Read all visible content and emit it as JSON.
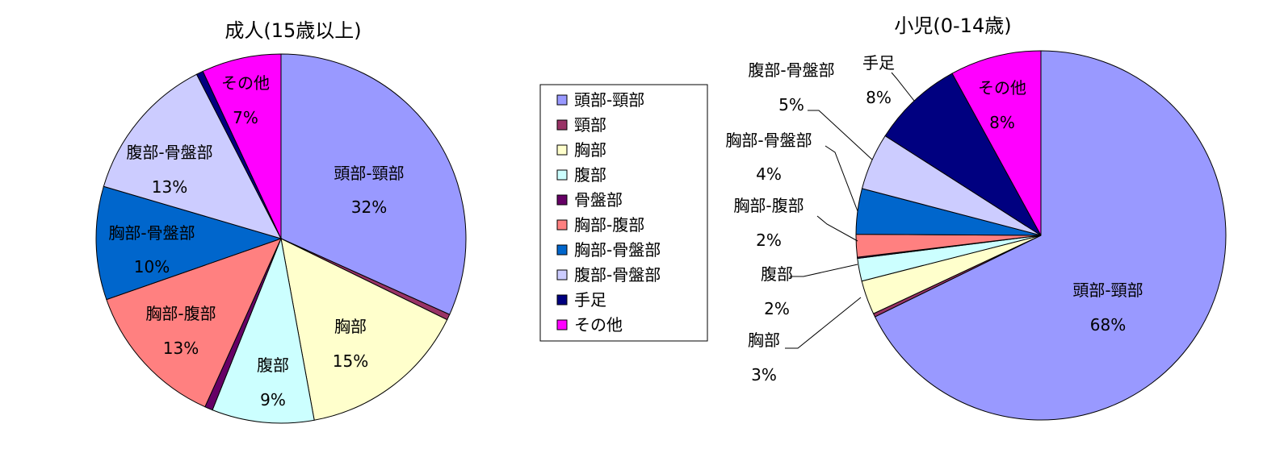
{
  "legend": {
    "entries": [
      {
        "label": "頭部-頸部",
        "color": "#9999ff"
      },
      {
        "label": "頸部",
        "color": "#993366"
      },
      {
        "label": "胸部",
        "color": "#ffffcc"
      },
      {
        "label": "腹部",
        "color": "#ccffff"
      },
      {
        "label": "骨盤部",
        "color": "#660066"
      },
      {
        "label": "胸部-腹部",
        "color": "#ff8080"
      },
      {
        "label": "胸部-骨盤部",
        "color": "#0066cc"
      },
      {
        "label": "腹部-骨盤部",
        "color": "#ccccff"
      },
      {
        "label": "手足",
        "color": "#000080"
      },
      {
        "label": "その他",
        "color": "#ff00ff"
      }
    ]
  },
  "chart_data": [
    {
      "type": "pie",
      "title": "成人(15歳以上)",
      "slices": [
        {
          "label": "頭部-頸部",
          "value": 32,
          "pct_label": "32%",
          "color": "#9999ff",
          "shown": true
        },
        {
          "label": "頸部",
          "value": 0.5,
          "pct_label": "",
          "color": "#993366",
          "shown": false
        },
        {
          "label": "胸部",
          "value": 15,
          "pct_label": "15%",
          "color": "#ffffcc",
          "shown": true
        },
        {
          "label": "腹部",
          "value": 9,
          "pct_label": "9%",
          "color": "#ccffff",
          "shown": true
        },
        {
          "label": "骨盤部",
          "value": 0.7,
          "pct_label": "",
          "color": "#660066",
          "shown": false
        },
        {
          "label": "胸部-腹部",
          "value": 13,
          "pct_label": "13%",
          "color": "#ff8080",
          "shown": true
        },
        {
          "label": "胸部-骨盤部",
          "value": 10,
          "pct_label": "10%",
          "color": "#0066cc",
          "shown": true
        },
        {
          "label": "腹部-骨盤部",
          "value": 13,
          "pct_label": "13%",
          "color": "#ccccff",
          "shown": true
        },
        {
          "label": "手足",
          "value": 0.6,
          "pct_label": "",
          "color": "#000080",
          "shown": false
        },
        {
          "label": "その他",
          "value": 7,
          "pct_label": "7%",
          "color": "#ff00ff",
          "shown": true
        }
      ]
    },
    {
      "type": "pie",
      "title": "小児(0-14歳)",
      "slices": [
        {
          "label": "頭部-頸部",
          "value": 68,
          "pct_label": "68%",
          "color": "#9999ff",
          "shown": true
        },
        {
          "label": "頸部",
          "value": 0.3,
          "pct_label": "",
          "color": "#993366",
          "shown": false
        },
        {
          "label": "胸部",
          "value": 3,
          "pct_label": "3%",
          "color": "#ffffcc",
          "shown": true
        },
        {
          "label": "腹部",
          "value": 2,
          "pct_label": "2%",
          "color": "#ccffff",
          "shown": true
        },
        {
          "label": "骨盤部",
          "value": 0.1,
          "pct_label": "",
          "color": "#660066",
          "shown": false
        },
        {
          "label": "胸部-腹部",
          "value": 2,
          "pct_label": "2%",
          "color": "#ff8080",
          "shown": true
        },
        {
          "label": "胸部-骨盤部",
          "value": 4,
          "pct_label": "4%",
          "color": "#0066cc",
          "shown": true
        },
        {
          "label": "腹部-骨盤部",
          "value": 5,
          "pct_label": "5%",
          "color": "#ccccff",
          "shown": true
        },
        {
          "label": "手足",
          "value": 8,
          "pct_label": "8%",
          "color": "#000080",
          "shown": true
        },
        {
          "label": "その他",
          "value": 8,
          "pct_label": "8%",
          "color": "#ff00ff",
          "shown": true
        }
      ]
    }
  ]
}
